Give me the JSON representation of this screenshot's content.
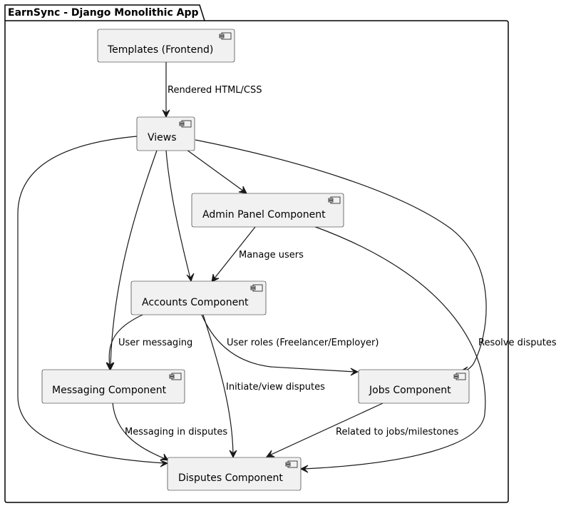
{
  "package": {
    "title": "EarnSync - Django Monolithic App"
  },
  "components": {
    "templates": "Templates (Frontend)",
    "views": "Views",
    "admin_panel": "Admin Panel Component",
    "accounts": "Accounts Component",
    "messaging": "Messaging Component",
    "jobs": "Jobs Component",
    "disputes": "Disputes Component"
  },
  "edge_labels": {
    "templates_to_views": "Rendered HTML/CSS",
    "admin_to_accounts": "Manage users",
    "accounts_to_messaging": "User messaging",
    "accounts_to_jobs": "User roles (Freelancer/Employer)",
    "accounts_to_disputes": "Initiate/view disputes",
    "views_to_jobs": "Resolve disputes",
    "messaging_to_disputes": "Messaging in disputes",
    "jobs_to_disputes": "Related to jobs/milestones"
  }
}
